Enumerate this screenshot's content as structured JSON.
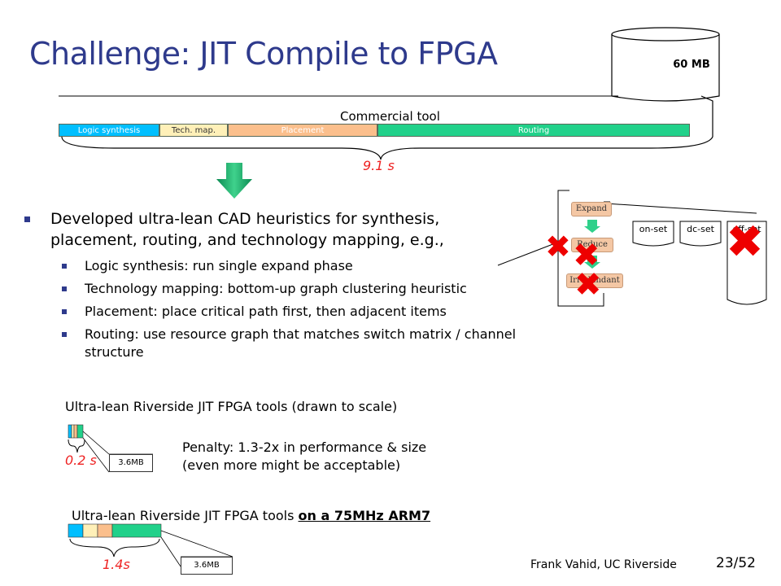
{
  "title": "Challenge: JIT Compile to FPGA",
  "database_label": "60 MB",
  "commercial_tool_label": "Commercial tool",
  "commercial_bar": {
    "segments": [
      {
        "label": "Logic synthesis",
        "color": "#00bfff"
      },
      {
        "label": "Tech. map.",
        "color": "#fff0b8"
      },
      {
        "label": "Placement",
        "color": "#fbbf8c"
      },
      {
        "label": "Routing",
        "color": "#21d18a"
      }
    ],
    "time": "9.1 s"
  },
  "bullets": {
    "main": "Developed ultra-lean CAD heuristics for synthesis, placement, routing, and technology mapping, e.g.,",
    "sub": [
      "Logic synthesis: run single expand phase",
      "Technology mapping: bottom-up graph clustering heuristic",
      "Placement: place critical path first, then adjacent items",
      "Routing: use resource graph that matches switch matrix / channel structure"
    ]
  },
  "flow": {
    "steps": [
      "Expand",
      "Reduce",
      "Irredundant"
    ],
    "sets": [
      "on-set",
      "dc-set",
      "off-set"
    ]
  },
  "lean_tools": {
    "label": "Ultra-lean Riverside JIT FPGA tools (drawn to scale)",
    "time": "0.2 s",
    "size": "3.6MB",
    "penalty_line1": "Penalty: 1.3-2x in performance & size",
    "penalty_line2": "(even more might be acceptable)"
  },
  "arm_tools": {
    "label_prefix": "Ultra-lean Riverside JIT FPGA tools ",
    "label_emphasis": "on a 75MHz ARM7",
    "time": "1.4s",
    "size": "3.6MB"
  },
  "footer": {
    "author": "Frank Vahid, UC Riverside",
    "page": "23/52"
  }
}
